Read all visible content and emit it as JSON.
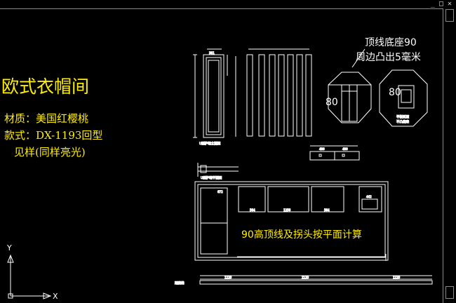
{
  "window": {
    "minimize": "_",
    "maximize": "□",
    "close": "✕"
  },
  "drawing_text": {
    "title": "欧式衣帽间",
    "material": "材质：美国红樱桃",
    "style_code": "款式：DX-1193回型",
    "sample": "见样(同样亮光)",
    "top_line_base": "顶线底座90",
    "top_line_protrude": "周边凸出5毫米",
    "label_80_left": "80",
    "label_80_right": "80",
    "calc_note": "90高顶线及拐头按平面计算"
  },
  "ucs": {
    "y_axis": "Y",
    "x_axis": "X"
  },
  "colors": {
    "background": "#000000",
    "text_accent": "#ffee00",
    "line_white": "#ffffff"
  }
}
